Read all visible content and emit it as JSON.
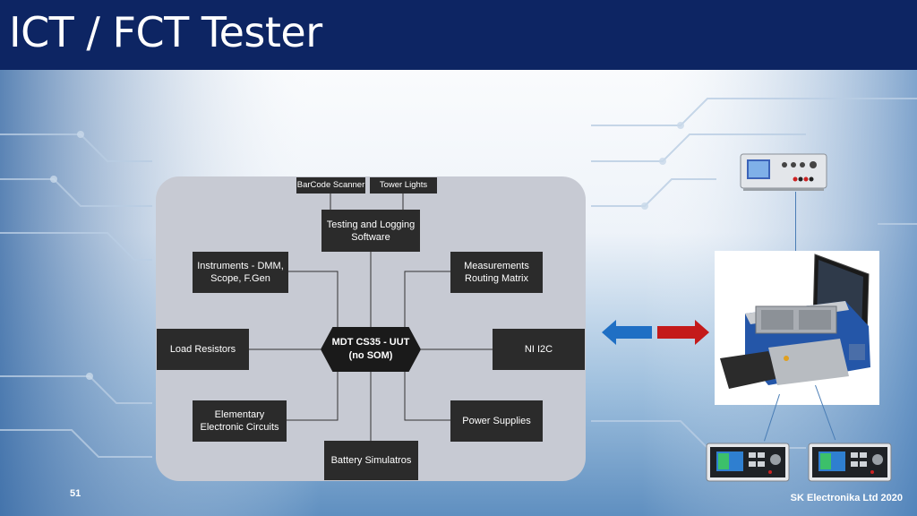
{
  "slide": {
    "title": "ICT / FCT Tester",
    "page_number": "51",
    "footer": "SK Electronika Ltd 2020"
  },
  "diagram": {
    "center": "MDT CS35 - UUT\n(no SOM)",
    "nodes": {
      "barcode": "BarCode Scanner",
      "tower": "Tower Lights",
      "software": "Testing and Logging\nSoftware",
      "instruments": "Instruments - DMM,\nScope, F.Gen",
      "routing": "Measurements\nRouting Matrix",
      "load": "Load Resistors",
      "ni": "NI I2C",
      "elementary": "Elementary\nElectronic Circuits",
      "power": "Power Supplies",
      "battery": "Battery Simulatros"
    }
  },
  "colors": {
    "header": "#0d2563",
    "panel": "#c7cad3",
    "node": "#2b2b2b",
    "arrow_blue": "#1f6fc4",
    "arrow_red": "#c41a1a"
  }
}
